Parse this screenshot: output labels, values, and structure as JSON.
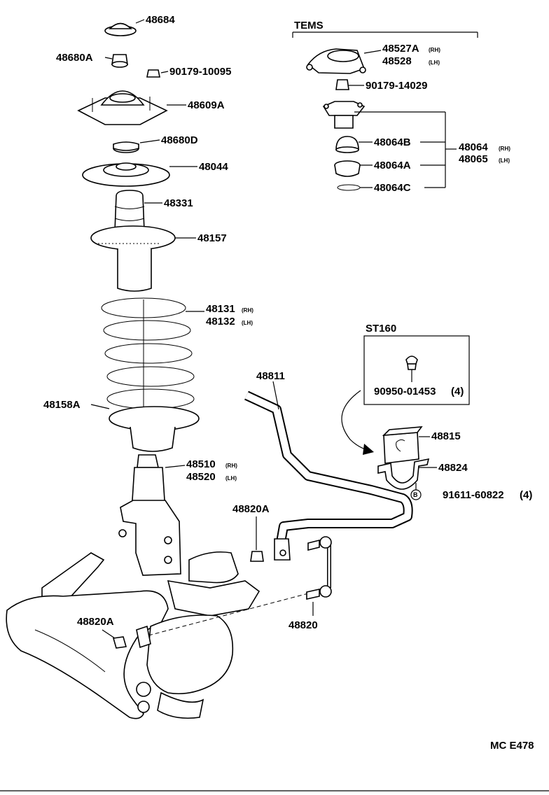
{
  "parts": {
    "p48684": "48684",
    "p48680A": "48680A",
    "p90179_10095": "90179-10095",
    "p48609A": "48609A",
    "p48680D": "48680D",
    "p48044": "48044",
    "p48331": "48331",
    "p48157": "48157",
    "p48131": "48131",
    "p48132": "48132",
    "p48158A": "48158A",
    "p48510": "48510",
    "p48520": "48520",
    "p48811": "48811",
    "p48820A_top": "48820A",
    "p48820A_bottom": "48820A",
    "p48820": "48820",
    "p48815": "48815",
    "p48824": "48824",
    "p91611": "91611-60822",
    "p91611_qty": "(4)",
    "tems_title": "TEMS",
    "p48527A": "48527A",
    "p48528": "48528",
    "p90179_14029": "90179-14029",
    "p48064B": "48064B",
    "p48064A": "48064A",
    "p48064C": "48064C",
    "p48064": "48064",
    "p48065": "48065",
    "st160_title": "ST160",
    "p90950": "90950-01453",
    "p90950_qty": "(4)",
    "bolt_marker": "B",
    "figure_code": "MC E478"
  },
  "suffix": {
    "rh": "(RH)",
    "lh": "(LH)"
  }
}
